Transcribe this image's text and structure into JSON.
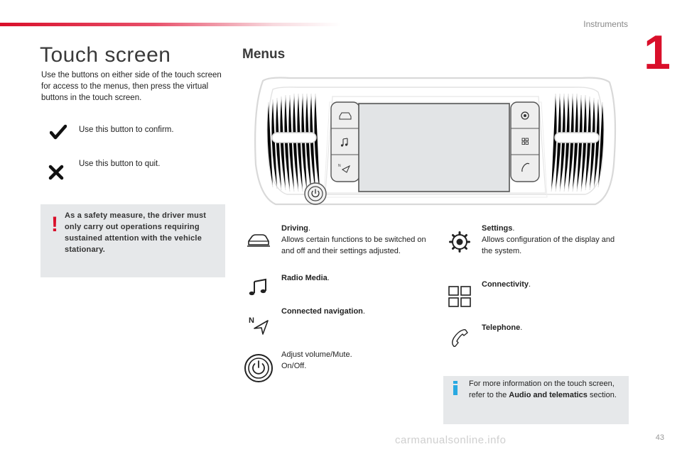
{
  "header": {
    "section": "Instruments",
    "chapter": "1"
  },
  "title": "Touch screen",
  "intro": "Use the buttons on either side of the touch screen for access to the menus, then press the virtual buttons in the touch screen.",
  "buttons": [
    {
      "icon": "checkmark-icon",
      "text": "Use this button to confirm."
    },
    {
      "icon": "cross-icon",
      "text": "Use this button to quit."
    }
  ],
  "warning": {
    "icon": "exclamation-icon",
    "text": "As a safety measure, the driver must only carry out operations requiring sustained attention with the vehicle stationary."
  },
  "menus_title": "Menus",
  "menus": {
    "driving": {
      "icon": "car-icon",
      "name": "Driving",
      "desc": "Allows certain functions to be switched on and off and their settings adjusted."
    },
    "radio": {
      "icon": "music-note-icon",
      "name": "Radio Media"
    },
    "navigation": {
      "icon": "navigation-arrow-icon",
      "name": "Connected navigation",
      "compass": "N"
    },
    "volume": {
      "icon": "power-icon",
      "desc1": "Adjust volume/Mute.",
      "desc2": "On/Off."
    },
    "settings": {
      "icon": "settings-gear-icon",
      "name": "Settings",
      "desc": "Allows configuration of the display and the system."
    },
    "connectivity": {
      "icon": "grid-icon",
      "name": "Connectivity"
    },
    "telephone": {
      "icon": "phone-handset-icon",
      "name": "Telephone"
    }
  },
  "info": {
    "icon": "info-icon",
    "text_before": "For more information on the touch screen, refer to the ",
    "text_bold": "Audio and telematics",
    "text_after": " section."
  },
  "page_number": "43",
  "watermark": "carmanualsonline.info",
  "colors": {
    "accent": "#d90f2a",
    "box_bg": "#e6e8ea",
    "info_icon": "#29a9e1"
  }
}
